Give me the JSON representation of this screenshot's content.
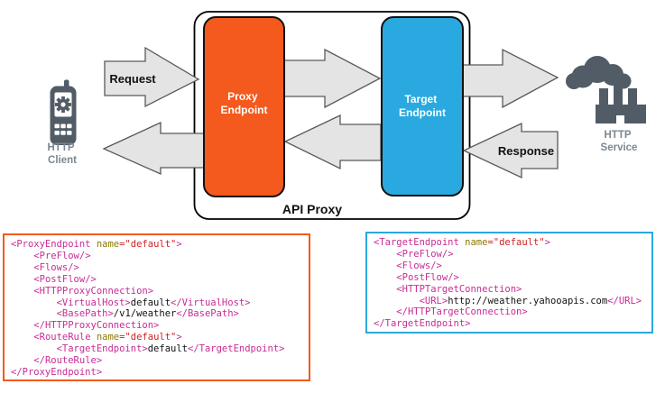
{
  "colors": {
    "proxy_orange": "#F4591D",
    "target_blue": "#29A9DF",
    "arrow_fill": "#E4E4E4",
    "arrow_stroke": "#58595B",
    "icon_slate": "#515C66",
    "icon_label_gray": "#7D8791",
    "syntax_tag": "#C72C94",
    "syntax_attr_name": "#8C7A00",
    "syntax_attr_value": "#CC2222",
    "syntax_text": "#111111"
  },
  "diagram": {
    "client_label": {
      "line1": "HTTP",
      "line2": "Client"
    },
    "service_label": {
      "line1": "HTTP",
      "line2": "Service"
    },
    "proxy_endpoint": {
      "line1": "Proxy",
      "line2": "Endpoint"
    },
    "target_endpoint": {
      "line1": "Target",
      "line2": "Endpoint"
    },
    "request_label": "Request",
    "response_label": "Response",
    "api_proxy_label": "API Proxy"
  },
  "code_blocks": {
    "proxy": {
      "border_color": "#F4591D",
      "lines": [
        [
          [
            "tag",
            "<ProxyEndpoint"
          ],
          [
            "pln",
            " "
          ],
          [
            "atn",
            "name"
          ],
          [
            "atv",
            "=\"default\""
          ],
          [
            "tag",
            ">"
          ]
        ],
        [
          [
            "pln",
            "    "
          ],
          [
            "tag",
            "<PreFlow/>"
          ]
        ],
        [
          [
            "pln",
            "    "
          ],
          [
            "tag",
            "<Flows/>"
          ]
        ],
        [
          [
            "pln",
            "    "
          ],
          [
            "tag",
            "<PostFlow/>"
          ]
        ],
        [
          [
            "pln",
            "    "
          ],
          [
            "tag",
            "<HTTPProxyConnection>"
          ]
        ],
        [
          [
            "pln",
            "        "
          ],
          [
            "tag",
            "<VirtualHost>"
          ],
          [
            "pln",
            "default"
          ],
          [
            "tag",
            "</VirtualHost>"
          ]
        ],
        [
          [
            "pln",
            "        "
          ],
          [
            "tag",
            "<BasePath>"
          ],
          [
            "pln",
            "/v1/weather"
          ],
          [
            "tag",
            "</BasePath>"
          ]
        ],
        [
          [
            "pln",
            "    "
          ],
          [
            "tag",
            "</HTTPProxyConnection>"
          ]
        ],
        [
          [
            "pln",
            "    "
          ],
          [
            "tag",
            "<RouteRule"
          ],
          [
            "pln",
            " "
          ],
          [
            "atn",
            "name"
          ],
          [
            "atv",
            "=\"default\""
          ],
          [
            "tag",
            ">"
          ]
        ],
        [
          [
            "pln",
            "        "
          ],
          [
            "tag",
            "<TargetEndpoint>"
          ],
          [
            "pln",
            "default"
          ],
          [
            "tag",
            "</TargetEndpoint>"
          ]
        ],
        [
          [
            "pln",
            "    "
          ],
          [
            "tag",
            "</RouteRule>"
          ]
        ],
        [
          [
            "tag",
            "</ProxyEndpoint>"
          ]
        ]
      ]
    },
    "target": {
      "border_color": "#29A9DF",
      "lines": [
        [
          [
            "tag",
            "<TargetEndpoint"
          ],
          [
            "pln",
            " "
          ],
          [
            "atn",
            "name"
          ],
          [
            "atv",
            "=\"default\""
          ],
          [
            "tag",
            ">"
          ]
        ],
        [
          [
            "pln",
            "    "
          ],
          [
            "tag",
            "<PreFlow/>"
          ]
        ],
        [
          [
            "pln",
            "    "
          ],
          [
            "tag",
            "<Flows/>"
          ]
        ],
        [
          [
            "pln",
            "    "
          ],
          [
            "tag",
            "<PostFlow/>"
          ]
        ],
        [
          [
            "pln",
            "    "
          ],
          [
            "tag",
            "<HTTPTargetConnection>"
          ]
        ],
        [
          [
            "pln",
            "        "
          ],
          [
            "tag",
            "<URL>"
          ],
          [
            "pln",
            "http://weather.yahooapis.com"
          ],
          [
            "tag",
            "</URL>"
          ]
        ],
        [
          [
            "pln",
            "    "
          ],
          [
            "tag",
            "</HTTPTargetConnection>"
          ]
        ],
        [
          [
            "tag",
            "</TargetEndpoint>"
          ]
        ]
      ]
    }
  }
}
